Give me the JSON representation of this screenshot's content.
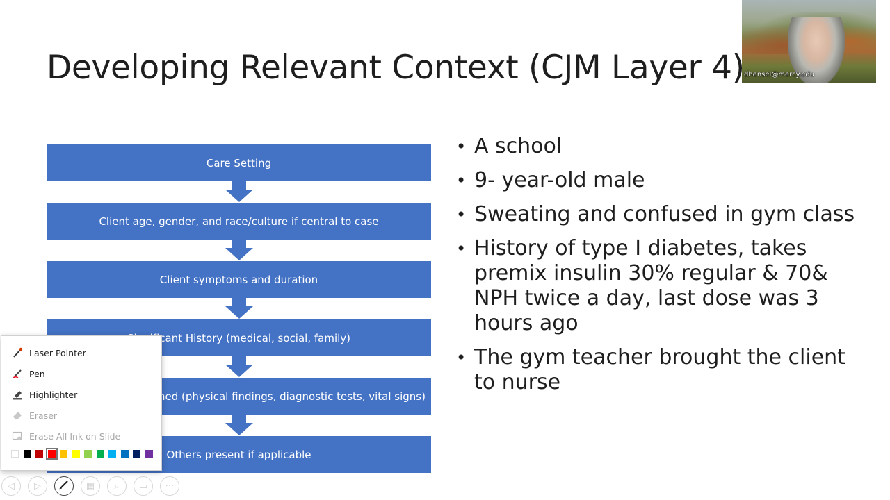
{
  "slide": {
    "title": "Developing Relevant Context (CJM Layer 4)",
    "flowchart": [
      "Care Setting",
      "Client age, gender, and race/culture if central to case",
      "Client symptoms and duration",
      "Significant History (medical, social, family)",
      "Assessments performed (physical findings, diagnostic tests, vital signs)",
      "Others present if applicable"
    ],
    "bullets": [
      "A school",
      " 9- year-old male",
      " Sweating and confused in gym class",
      "History of type I diabetes, takes premix insulin 30% regular & 70& NPH twice a day, last dose was 3 hours ago",
      "The gym teacher brought the client to nurse"
    ]
  },
  "video": {
    "participant_name": "dhensel@mercy.edu"
  },
  "ink_menu": {
    "items": [
      {
        "label": "Laser Pointer",
        "icon": "laser-pointer-icon",
        "enabled": true
      },
      {
        "label": "Pen",
        "icon": "pen-icon",
        "enabled": true
      },
      {
        "label": "Highlighter",
        "icon": "highlighter-icon",
        "enabled": true
      },
      {
        "label": "Eraser",
        "icon": "eraser-icon",
        "enabled": false
      },
      {
        "label": "Erase All Ink on Slide",
        "icon": "erase-all-icon",
        "enabled": false
      }
    ],
    "colors": [
      "#ffffff",
      "#000000",
      "#c00000",
      "#ff0000",
      "#ffc000",
      "#ffff00",
      "#92d050",
      "#00b050",
      "#00b0f0",
      "#0070c0",
      "#002060",
      "#7030a0"
    ],
    "selected_color": "#ff0000"
  },
  "toolbar": {
    "buttons": [
      {
        "icon": "previous-icon",
        "active": false
      },
      {
        "icon": "next-icon",
        "active": false
      },
      {
        "icon": "pen-tool-icon",
        "active": true
      },
      {
        "icon": "see-all-slides-icon",
        "active": false
      },
      {
        "icon": "zoom-icon",
        "active": false
      },
      {
        "icon": "subtitles-icon",
        "active": false
      },
      {
        "icon": "more-options-icon",
        "active": false
      }
    ]
  }
}
